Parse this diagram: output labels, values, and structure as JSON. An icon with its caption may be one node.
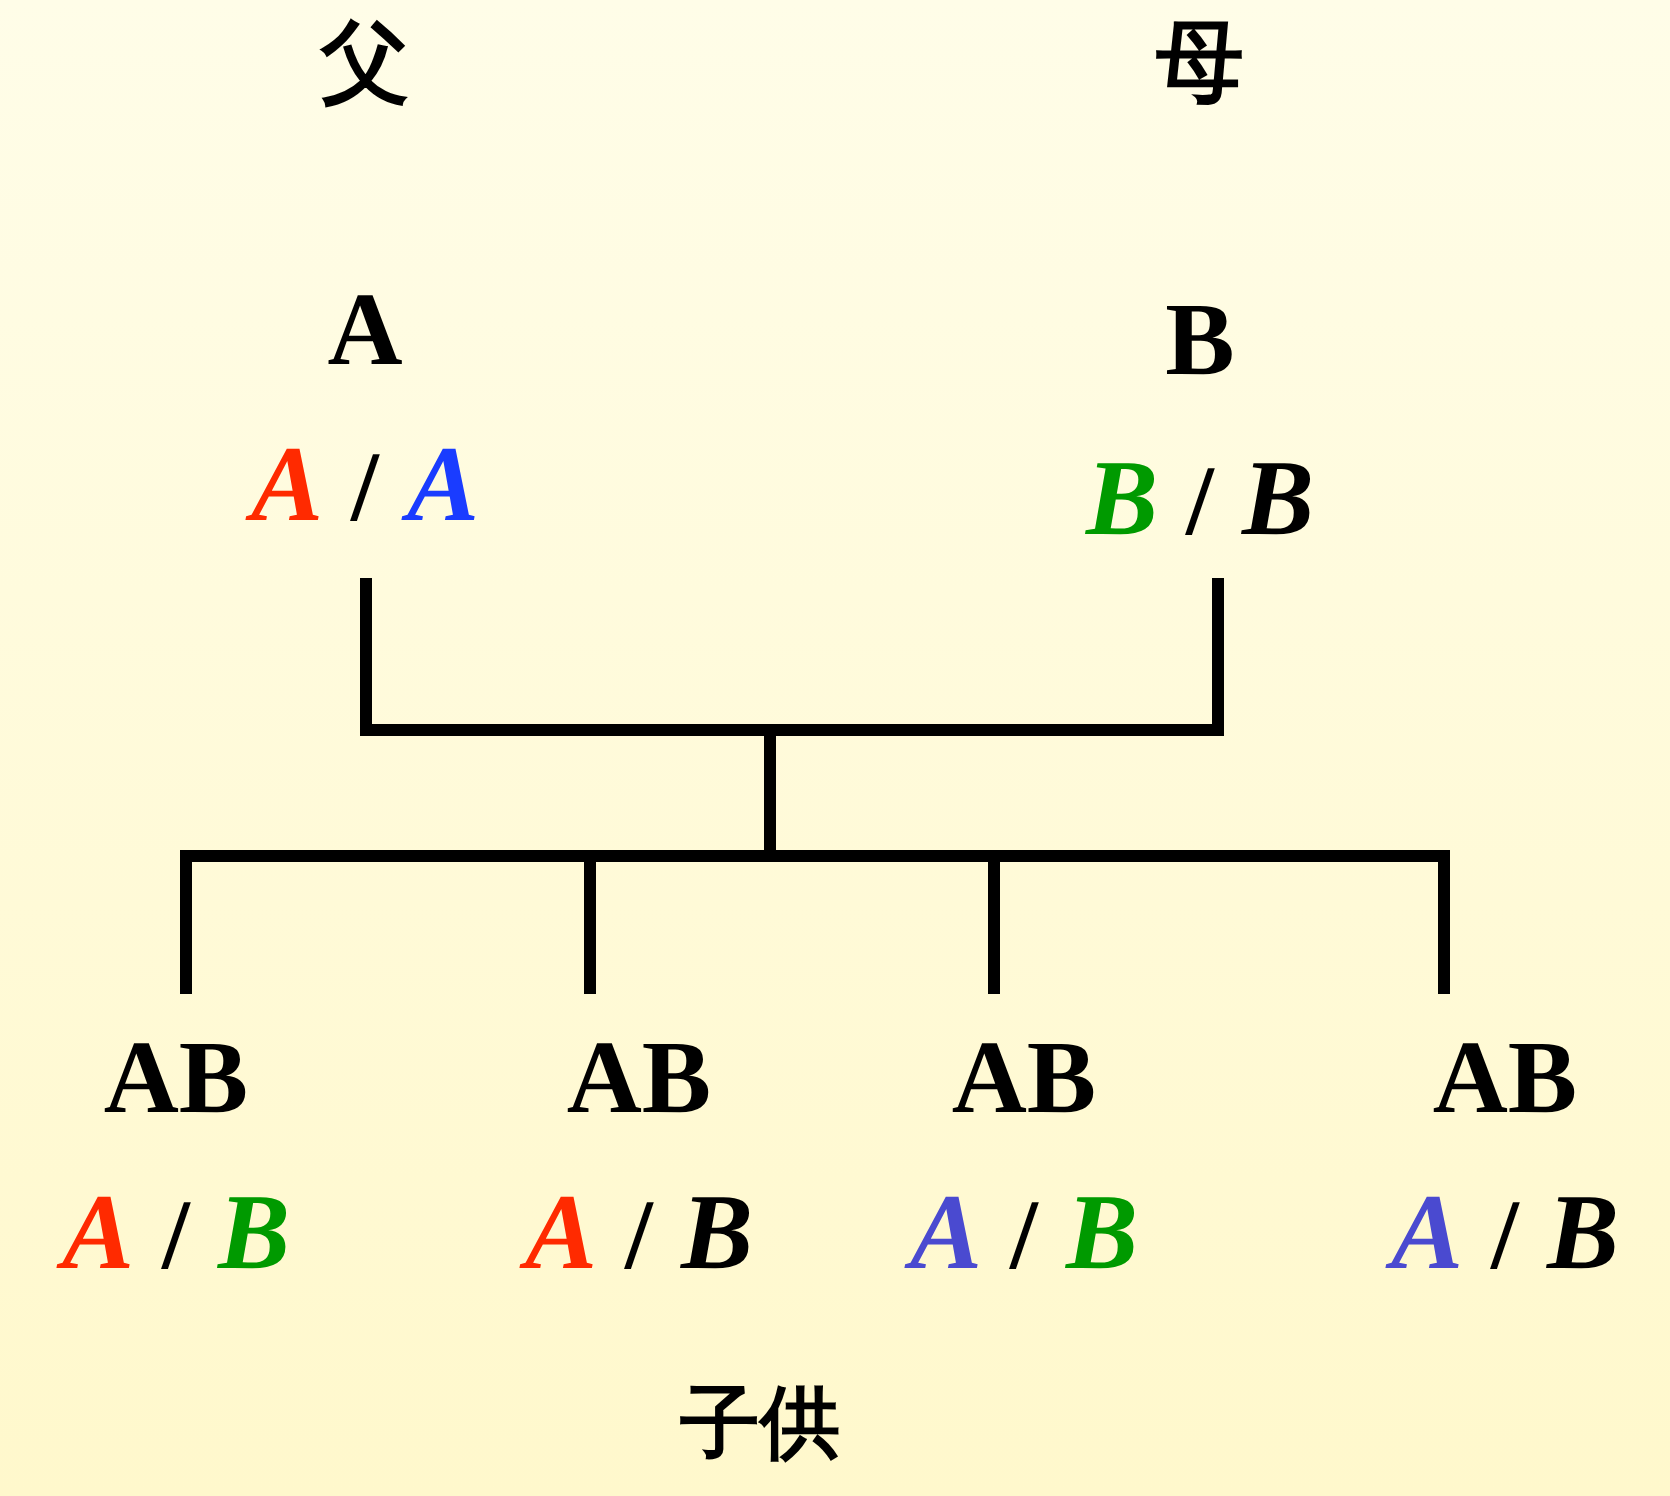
{
  "diagram": {
    "nodes": [
      {
        "text": [
          "父",
          "A",
          "A",
          "/",
          "A"
        ]
      },
      {
        "text": [
          "母",
          "B",
          "B",
          "/",
          "B"
        ]
      },
      {
        "text": [
          "AB",
          "A",
          "/",
          "B"
        ]
      },
      {
        "text": [
          "AB",
          "A",
          "/",
          "B"
        ]
      },
      {
        "text": [
          "AB",
          "A",
          "/",
          "B"
        ]
      },
      {
        "text": [
          "AB",
          "A",
          "/",
          "B"
        ]
      }
    ],
    "edges": [
      {
        "from": 0,
        "to": 2,
        "arrow": "none"
      },
      {
        "from": 0,
        "to": 3,
        "arrow": "none"
      },
      {
        "from": 0,
        "to": 4,
        "arrow": "none"
      },
      {
        "from": 0,
        "to": 5,
        "arrow": "none"
      },
      {
        "from": 1,
        "to": 2,
        "arrow": "none"
      },
      {
        "from": 1,
        "to": 3,
        "arrow": "none"
      },
      {
        "from": 1,
        "to": 4,
        "arrow": "none"
      },
      {
        "from": 1,
        "to": 5,
        "arrow": "none"
      }
    ],
    "labels": [
      "子供"
    ]
  }
}
